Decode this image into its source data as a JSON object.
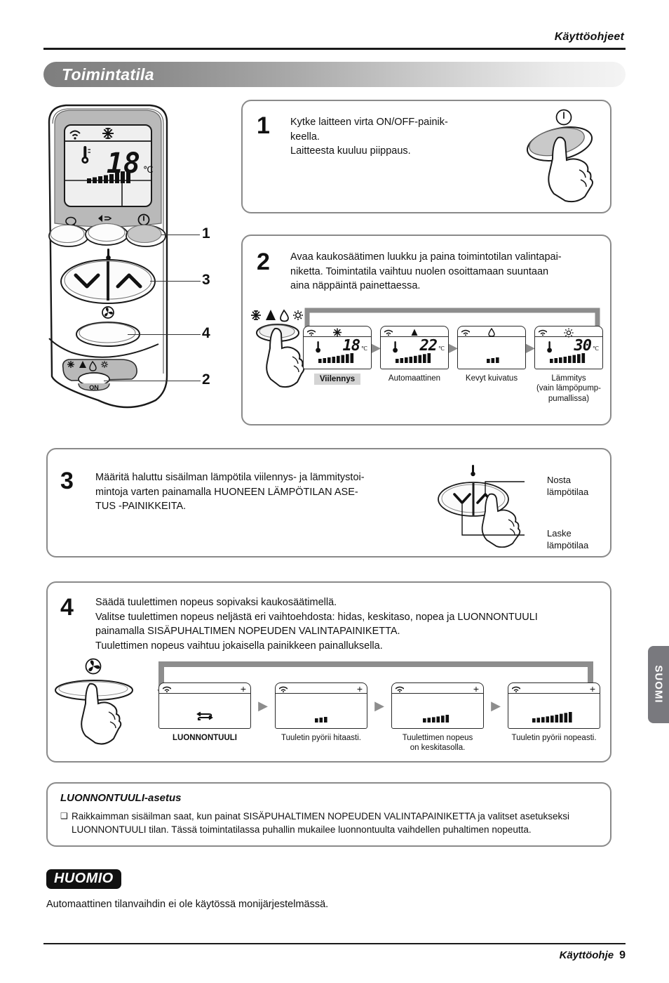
{
  "header": {
    "title": "Käyttöohjeet"
  },
  "title_bar": {
    "label": "Toimintatila"
  },
  "steps": [
    {
      "number": "1",
      "lines": [
        "Kytke laitteen virta ON/OFF-painik-",
        "keella.",
        "Laitteesta kuuluu piippaus."
      ]
    },
    {
      "number": "2",
      "lines": [
        "Avaa kaukosäätimen luukku ja paina toimintotilan valintapai-",
        "niketta. Toimintatila vaihtuu nuolen osoittamaan suuntaan",
        "aina näppäintä painettaessa."
      ]
    },
    {
      "number": "3",
      "lines": [
        "Määritä haluttu sisäilman lämpötila viilennys- ja lämmitystoi-",
        "mintoja varten painamalla HUONEEN LÄMPÖTILAN ASE-",
        "TUS -PAINIKKEITA."
      ]
    },
    {
      "number": "4",
      "lines": [
        "Säädä tuulettimen nopeus sopivaksi kaukosäätimellä.",
        "Valitse tuulettimen nopeus neljästä eri vaihtoehdosta: hidas, keskitaso, nopea ja LUONNONTUULI",
        "painamalla SISÄPUHALTIMEN NOPEUDEN VALINTAPAINIKETTA.",
        "Tuulettimen nopeus vaihtuu jokaisella painikkeen painalluksella."
      ]
    }
  ],
  "remote": {
    "callouts": [
      "1",
      "3",
      "4",
      "2"
    ],
    "lcd": {
      "temp": "18",
      "unit": "C",
      "degree": "°",
      "mode_icon": "snowflake-icon"
    },
    "mode_button_icons": [
      "snowflake-icon",
      "auto-triangle-icon",
      "water-drop-icon",
      "sun-icon"
    ],
    "mode_button_sub_label": "ON"
  },
  "mode_flow": {
    "panels": [
      {
        "mode_icon": "snowflake-icon",
        "temp": "18",
        "unit": "C",
        "bars": 8,
        "label": "Viilennys",
        "highlight": true,
        "sublabel": ""
      },
      {
        "mode_icon": "auto-triangle-icon",
        "temp": "22",
        "unit": "C",
        "bars": 8,
        "label": "Automaattinen",
        "highlight": false,
        "sublabel": ""
      },
      {
        "mode_icon": "water-drop-icon",
        "temp": "",
        "unit": "",
        "bars": 3,
        "label": "Kevyt kuivatus",
        "highlight": false,
        "sublabel": ""
      },
      {
        "mode_icon": "sun-icon",
        "temp": "30",
        "unit": "C",
        "bars": 8,
        "label": "Lämmitys",
        "highlight": false,
        "sublabel": "(vain  lämpöpump-\npumallissa)"
      }
    ]
  },
  "temp_buttons": {
    "up_label": "Nosta lämpötilaa",
    "down_label": "Laske lämpötilaa"
  },
  "fan_flow": {
    "panels": [
      {
        "icon": "natural-wind-icon",
        "bars": 0,
        "label": "LUONNONTUULI",
        "bold": true
      },
      {
        "icon": "",
        "bars": 3,
        "label": "Tuuletin pyörii hitaasti.",
        "bold": false
      },
      {
        "icon": "",
        "bars": 6,
        "label": "Tuulettimen nopeus\non keskitasolla.",
        "bold": false
      },
      {
        "icon": "",
        "bars": 9,
        "label": "Tuuletin pyörii nopeasti.",
        "bold": false
      }
    ]
  },
  "tip": {
    "title": "LUONNONTUULI-asetus",
    "bullet": "❑",
    "lines": [
      "Raikkaimman sisäilman saat, kun painat SISÄPUHALTIMEN NOPEUDEN VALINTAPAINIKETTA ja valitset asetukseksi",
      "LUONNONTUULI tilan. Tässä toimintatilassa puhallin mukailee luonnontuulta vaihdellen puhaltimen nopeutta."
    ]
  },
  "caution": {
    "badge": "HUOMIO",
    "text": "Automaattinen tilanvaihdin ei ole käytössä monijärjestelmässä."
  },
  "side_tab": {
    "label": "SUOMI"
  },
  "footer": {
    "label": "Käyttöohje",
    "page": "9"
  },
  "colors": {
    "title_gradient_dark": "#7e7e7e",
    "title_gradient_light": "#f4f4f4",
    "card_border": "#8a8a8a",
    "arrow_gray": "#8d8d8d",
    "highlight_gray": "#d4d4d4",
    "tab_gray": "#79797e",
    "ink": "#111111"
  }
}
